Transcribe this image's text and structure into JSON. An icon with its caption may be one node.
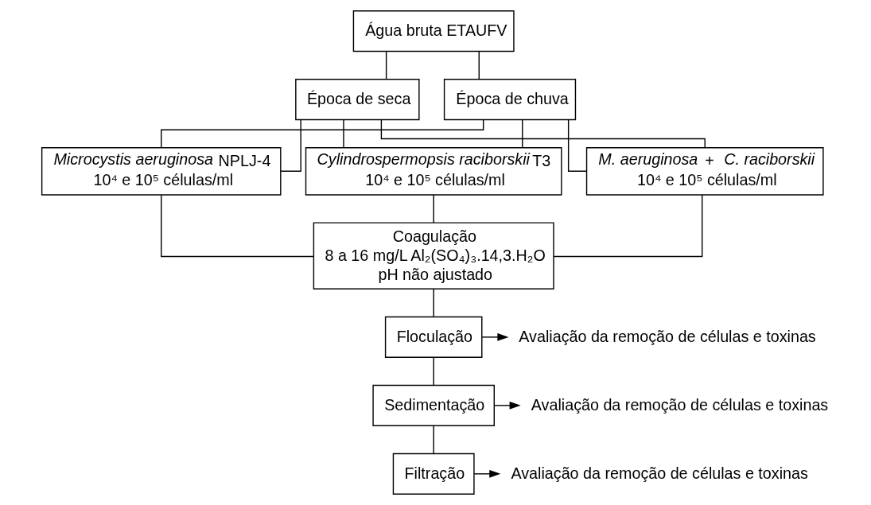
{
  "diagram": {
    "nodes": [
      {
        "text": [
          "Água bruta ETAUFV"
        ]
      },
      {
        "text": [
          "Época de seca"
        ]
      },
      {
        "text": [
          "Época de chuva"
        ]
      },
      {
        "text": [
          "*Microcystis aeruginosa* NPLJ-4",
          "10⁴ e 10⁵ células/ml"
        ]
      },
      {
        "text": [
          "*Cylindrospermopsis raciborskii* T3",
          "10⁴ e 10⁵ células/ml"
        ]
      },
      {
        "text": [
          "*M. aeruginosa* + *C. raciborskii*",
          "10⁴ e 10⁵ células/ml"
        ]
      },
      {
        "text": [
          "Coagulação",
          "8 a 16 mg/L Al₂(SO₄)₃.14,3.H₂O",
          "pH não ajustado"
        ]
      },
      {
        "text": [
          "Floculação"
        ]
      },
      {
        "text": [
          "Sedimentação"
        ]
      },
      {
        "text": [
          "Filtração"
        ]
      },
      {
        "text": [
          "Avaliação da remoção de células e toxinas"
        ]
      },
      {
        "text": [
          "Avaliação da remoção de células e toxinas"
        ]
      },
      {
        "text": [
          "Avaliação da remoção de células e toxinas"
        ]
      }
    ],
    "edges": [
      {
        "from": 0,
        "to": 1,
        "arrow": "none"
      },
      {
        "from": 0,
        "to": 2,
        "arrow": "none"
      },
      {
        "from": 1,
        "to": 3,
        "arrow": "none"
      },
      {
        "from": 1,
        "to": 4,
        "arrow": "none"
      },
      {
        "from": 1,
        "to": 5,
        "arrow": "none"
      },
      {
        "from": 2,
        "to": 3,
        "arrow": "none"
      },
      {
        "from": 2,
        "to": 4,
        "arrow": "none"
      },
      {
        "from": 2,
        "to": 5,
        "arrow": "none"
      },
      {
        "from": 3,
        "to": 6,
        "arrow": "none"
      },
      {
        "from": 4,
        "to": 6,
        "arrow": "none"
      },
      {
        "from": 5,
        "to": 6,
        "arrow": "none"
      },
      {
        "from": 6,
        "to": 7,
        "arrow": "none"
      },
      {
        "from": 7,
        "to": 8,
        "arrow": "none"
      },
      {
        "from": 8,
        "to": 9,
        "arrow": "none"
      },
      {
        "from": 7,
        "to": 10,
        "arrow": "to"
      },
      {
        "from": 8,
        "to": 11,
        "arrow": "to"
      },
      {
        "from": 9,
        "to": 12,
        "arrow": "to"
      }
    ]
  }
}
